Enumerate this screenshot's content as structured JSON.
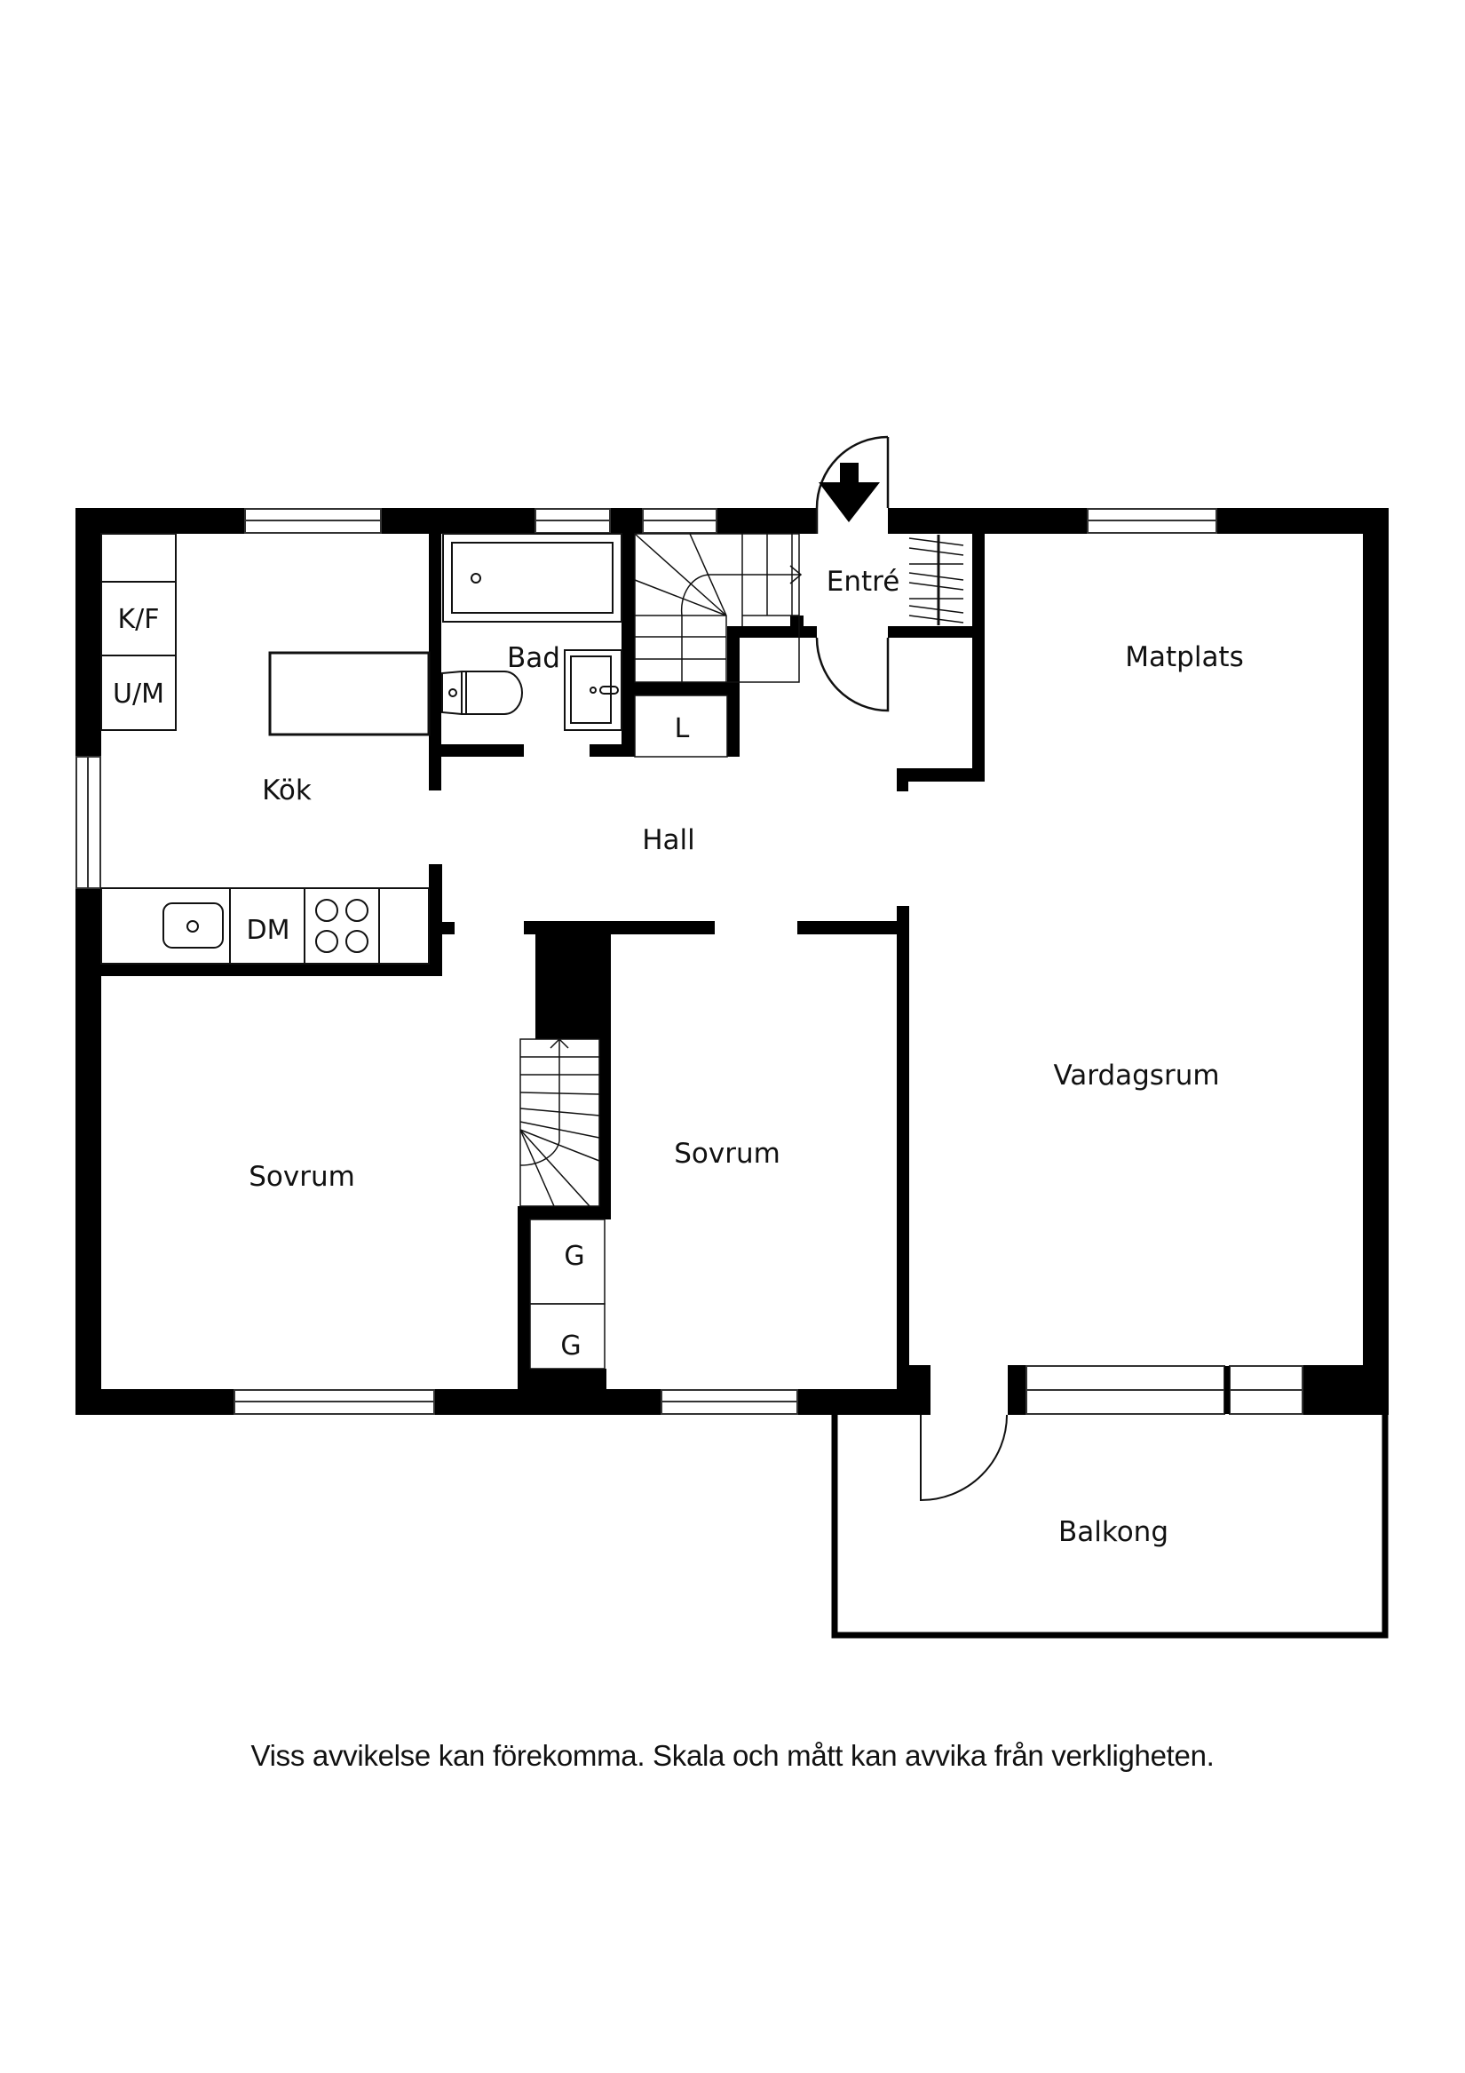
{
  "floor_plan": {
    "colors": {
      "wall": "#000000",
      "background": "#ffffff",
      "line": "#111111"
    },
    "rooms": {
      "kok": "Kök",
      "bad": "Bad",
      "entre": "Entré",
      "matplats": "Matplats",
      "hall": "Hall",
      "vardagsrum": "Vardagsrum",
      "sovrum_left": "Sovrum",
      "sovrum_mid": "Sovrum",
      "balkong": "Balkong"
    },
    "fixtures": {
      "fridge_freezer": "K/F",
      "oven_microwave": "U/M",
      "dishwasher": "DM",
      "linen_closet": "L",
      "wardrobe_1": "G",
      "wardrobe_2": "G"
    },
    "icons": {
      "entrance": "entrance-arrow-icon"
    }
  },
  "footer": {
    "disclaimer": "Viss avvikelse kan förekomma. Skala och mått kan avvika från verkligheten."
  }
}
